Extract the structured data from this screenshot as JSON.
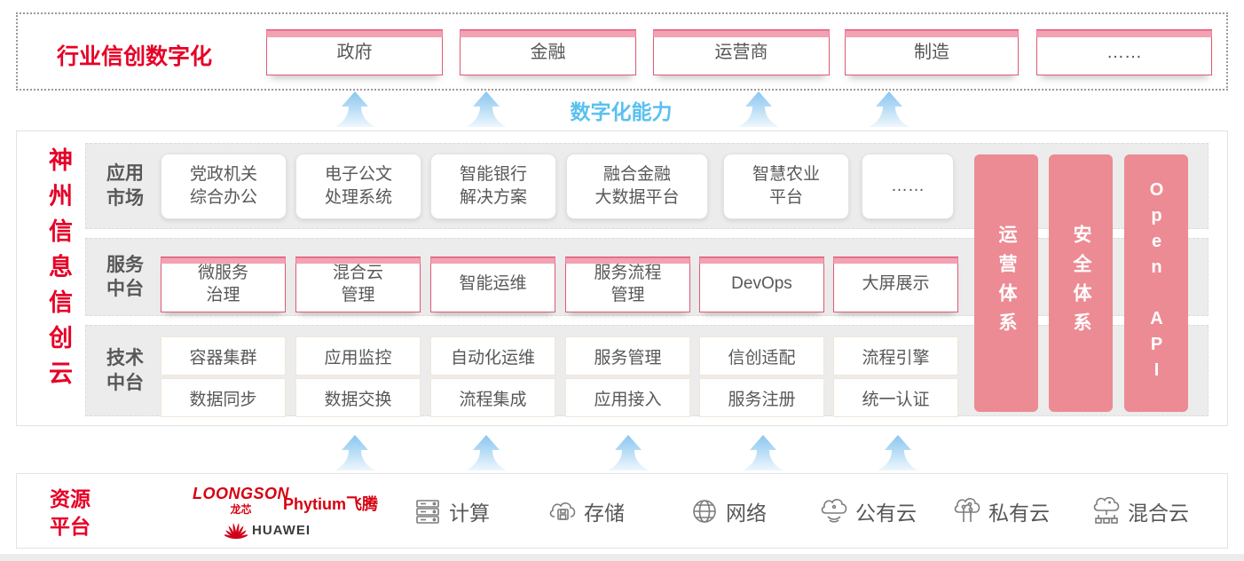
{
  "top": {
    "label": "行业信创数字化",
    "industries": [
      {
        "label": "政府"
      },
      {
        "label": "金融"
      },
      {
        "label": "运营商"
      },
      {
        "label": "制造"
      },
      {
        "label": "……"
      }
    ]
  },
  "capability": {
    "label": "数字化能力"
  },
  "platform": {
    "title": "神州信息信创云",
    "rows": {
      "app": {
        "label": "应用\n市场",
        "items": [
          "党政机关\n综合办公",
          "电子公文\n处理系统",
          "智能银行\n解决方案",
          "融合金融\n大数据平台",
          "智慧农业\n平台",
          "……"
        ]
      },
      "service": {
        "label": "服务\n中台",
        "items": [
          "微服务\n治理",
          "混合云\n管理",
          "智能运维",
          "服务流程\n管理",
          "DevOps",
          "大屏展示"
        ]
      },
      "tech": {
        "label": "技术\n中台",
        "items_top": [
          "容器集群",
          "应用监控",
          "自动化运维",
          "服务管理",
          "信创适配",
          "流程引擎"
        ],
        "items_bottom": [
          "数据同步",
          "数据交换",
          "流程集成",
          "应用接入",
          "服务注册",
          "统一认证"
        ]
      }
    },
    "pillars": [
      "运营体系",
      "安全体系",
      "Open API"
    ]
  },
  "resource": {
    "label": "资源\n平台",
    "vendors": {
      "loongson": "LOONGSON",
      "loongson_cn": "龙芯",
      "phytium": "Phytium飞腾",
      "huawei": "HUAWEI"
    },
    "items": [
      {
        "icon": "server-icon",
        "label": "计算"
      },
      {
        "icon": "storage-cloud-icon",
        "label": "存储"
      },
      {
        "icon": "network-globe-icon",
        "label": "网络"
      },
      {
        "icon": "public-cloud-icon",
        "label": "公有云"
      },
      {
        "icon": "private-cloud-icon",
        "label": "私有云"
      },
      {
        "icon": "hybrid-cloud-icon",
        "label": "混合云"
      }
    ]
  },
  "colors": {
    "brand_red": "#e60027",
    "box_pink_border": "#dd5a74",
    "box_pink_bar": "#f3a2b3",
    "pillar_pink": "#ec8b93",
    "capability_blue": "#5ac0f0",
    "row_gray": "#ececec",
    "text_dark": "#595757"
  }
}
